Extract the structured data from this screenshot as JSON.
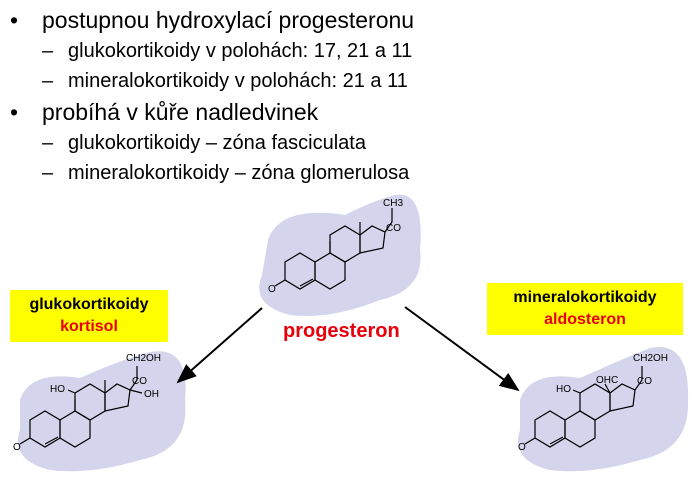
{
  "bullets": [
    {
      "text": "postupnou hydroxylací progesteronu",
      "subs": [
        "glukokortikoidy v polohách: 17, 21 a 11",
        "mineralokortikoidy v polohách: 21 a 11"
      ]
    },
    {
      "text": "probíhá v kůře nadledvinek",
      "subs": [
        "glukokortikoidy – zóna fasciculata",
        "mineralokortikoidy – zóna glomerulosa"
      ]
    }
  ],
  "bullet_symbol": "•",
  "dash_symbol": "–",
  "labels": {
    "left": {
      "title": "glukokortikoidy",
      "name": "kortisol"
    },
    "right": {
      "title": "mineralokortikoidy",
      "name": "aldosteron"
    },
    "center": "progesteron"
  },
  "atoms": {
    "ch3": "CH3",
    "co": "CO",
    "ch2oh": "CH2OH",
    "oh": "OH",
    "ho": "HO",
    "ohc": "OHC",
    "o": "O"
  },
  "colors": {
    "highlight": "#ffff00",
    "red": "#e8000b",
    "shadow": "#d4d4ec"
  }
}
